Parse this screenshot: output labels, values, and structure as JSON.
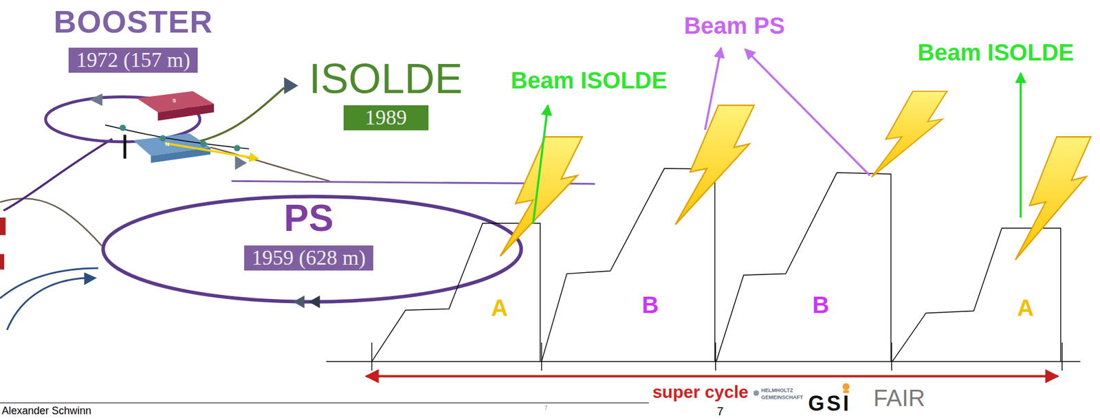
{
  "diagram": {
    "nodes": [
      {
        "text": [
          "BOOSTER",
          "1972 (157 m)"
        ]
      },
      {
        "text": [
          "ISOLDE",
          "1989"
        ]
      },
      {
        "text": [
          "PS",
          "1959 (628 m)"
        ]
      }
    ],
    "labels": [
      "S",
      "N",
      "Beam ISOLDE",
      "Beam PS",
      "Beam ISOLDE",
      "A",
      "B",
      "B",
      "A",
      "super cycle",
      "7",
      "7",
      "HELMHOLTZ",
      "GEMEINSCHAFT",
      "GSI",
      "FAIR",
      "Alexander Schwinn"
    ]
  }
}
